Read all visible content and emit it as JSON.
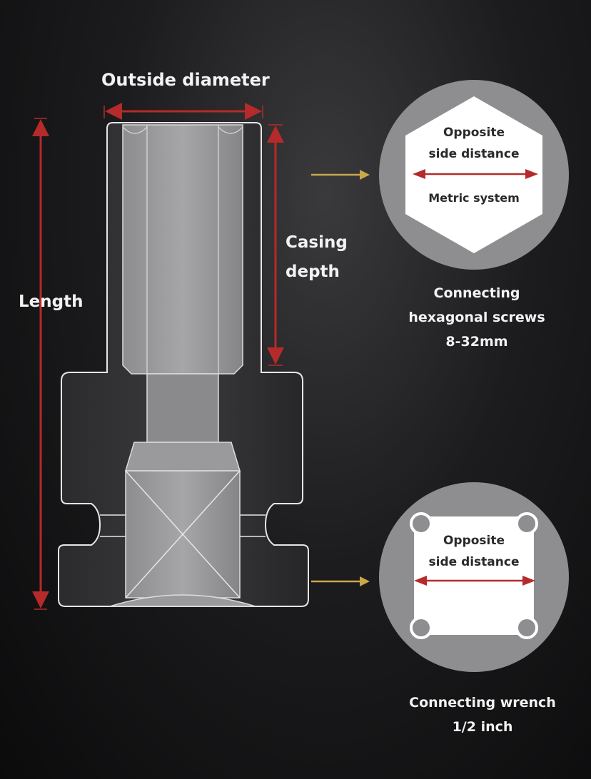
{
  "labels": {
    "outside_diameter": "Outside diameter",
    "casing_depth_line1": "Casing",
    "casing_depth_line2": "depth",
    "length": "Length"
  },
  "hex_detail": {
    "opposite_line1": "Opposite",
    "opposite_line2": "side distance",
    "system": "Metric system",
    "desc_line1": "Connecting",
    "desc_line2": "hexagonal screws",
    "desc_line3": "8-32mm"
  },
  "wrench_detail": {
    "opposite_line1": "Opposite",
    "opposite_line2": "side distance",
    "desc_line1": "Connecting wrench",
    "desc_line2": "1/2 inch"
  },
  "colors": {
    "dimension_line": "#b52a2a",
    "arrow_gold": "#c9a84a",
    "detail_circle": "#8e8e90",
    "outline": "#e6e6e6"
  }
}
